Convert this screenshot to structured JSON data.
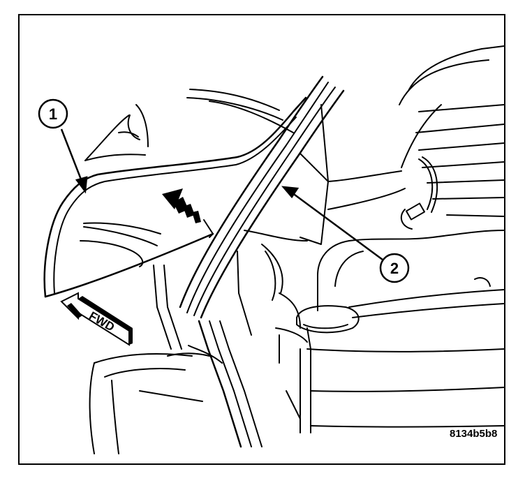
{
  "callouts": [
    {
      "number": "1"
    },
    {
      "number": "2"
    }
  ],
  "fwd_label": "FWD",
  "reference_code": "8134b5b8",
  "colors": {
    "ink": "#000000",
    "paper": "#ffffff"
  }
}
